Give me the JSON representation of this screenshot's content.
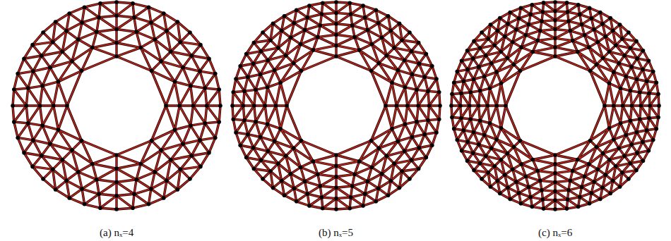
{
  "diagram": {
    "labels": [
      "(a) nₓ=4",
      "(b) nₓ=5",
      "(c) nₓ=6"
    ]
  }
}
